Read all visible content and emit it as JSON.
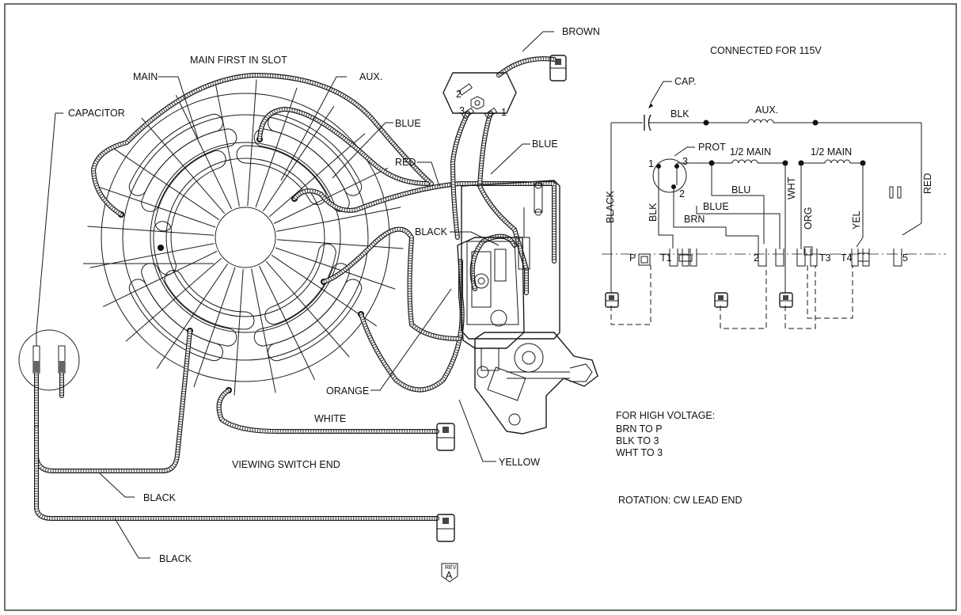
{
  "left_diagram": {
    "main_first_label": "MAIN FIRST IN SLOT",
    "main_label": "MAIN",
    "aux_label": "AUX.",
    "capacitor_label": "CAPACITOR",
    "viewing_label": "VIEWING SWITCH END",
    "wire_labels": {
      "brown": "BROWN",
      "blue_1": "BLUE",
      "blue_2": "BLUE",
      "red": "RED",
      "black_switch": "BLACK",
      "orange": "ORANGE",
      "white": "WHITE",
      "yellow": "YELLOW",
      "black_1": "BLACK",
      "black_2": "BLACK"
    },
    "protector_terminals": [
      "2",
      "3",
      "1"
    ]
  },
  "schematic": {
    "title": "CONNECTED FOR 115V",
    "cap_label": "CAP.",
    "blk_top": "BLK",
    "aux_coil": "AUX.",
    "prot_label": "PROT",
    "prot_terminals": [
      "1",
      "3",
      "2"
    ],
    "main_half_1": "1/2 MAIN",
    "main_half_2": "1/2 MAIN",
    "blu": "BLU",
    "blue": "BLUE",
    "brn": "BRN",
    "blk_vert": "BLK",
    "black_vert": "BLACK",
    "wht": "WHT",
    "org": "ORG",
    "yel": "YEL",
    "red": "RED",
    "terminals": [
      "P",
      "T1",
      "2",
      "T3",
      "T4",
      "5"
    ]
  },
  "notes": {
    "high_voltage_title": "FOR HIGH VOLTAGE:",
    "lines": [
      "BRN TO P",
      "BLK TO 3",
      "WHT TO 3"
    ],
    "rotation": "ROTATION: CW LEAD END"
  },
  "revision": {
    "rev_label": "REV",
    "rev_value": "A"
  }
}
